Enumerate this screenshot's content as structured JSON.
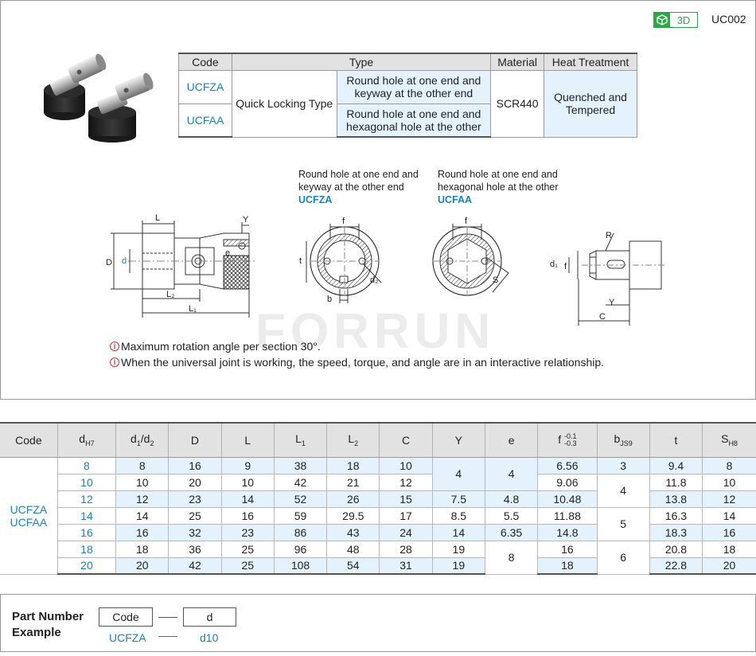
{
  "header": {
    "badge_3d": "3D",
    "page_code": "UC002",
    "badge_color": "#2aa845"
  },
  "type_table": {
    "headers": [
      "Code",
      "Type",
      "Material",
      "Heat Treatment"
    ],
    "codes": [
      "UCFZA",
      "UCFAA"
    ],
    "type_name": "Quick Locking Type",
    "types": [
      "Round hole at one end and keyway at the other end",
      "Round hole at one end and hexagonal hole at the other"
    ],
    "material": "SCR440",
    "heat_treatment": "Quenched and Tempered"
  },
  "captions": [
    {
      "line1": "Round hole at one end and",
      "line2": "keyway at the other end",
      "code": "UCFZA"
    },
    {
      "line1": "Round hole at one end and",
      "line2": "hexagonal hole at the other",
      "code": "UCFAA"
    }
  ],
  "dimension_labels": {
    "L": "L",
    "Y": "Y",
    "D": "D",
    "d": "d",
    "e": "e",
    "L2": "L₂",
    "L1": "L₁",
    "f": "f",
    "t": "t",
    "b": "b",
    "d2": "d₂",
    "S": "S",
    "R": "R",
    "d1": "d₁",
    "C": "C"
  },
  "watermark": "FORRUN",
  "notes": [
    "Maximum rotation angle per section 30°.",
    "When the universal joint is working, the speed, torque, and angle are in an interactive relationship."
  ],
  "spec_table": {
    "headers": [
      "Code",
      "dH7",
      "d1/d2",
      "D",
      "L",
      "L1",
      "L2",
      "C",
      "Y",
      "e",
      "f -0.1 -0.3",
      "bJS9",
      "t",
      "SH8"
    ],
    "code_group": [
      "UCFZA",
      "UCFAA"
    ],
    "rows": [
      {
        "d": "8",
        "d1d2": "8",
        "D": "16",
        "L": "9",
        "L1": "38",
        "L2": "18",
        "C": "10",
        "f": "6.56",
        "t": "9.4",
        "S": "8"
      },
      {
        "d": "10",
        "d1d2": "10",
        "D": "20",
        "L": "10",
        "L1": "42",
        "L2": "21",
        "C": "12",
        "f": "9.06",
        "t": "11.8",
        "S": "10"
      },
      {
        "d": "12",
        "d1d2": "12",
        "D": "23",
        "L": "14",
        "L1": "52",
        "L2": "26",
        "C": "15",
        "f": "10.48",
        "t": "13.8",
        "S": "12"
      },
      {
        "d": "14",
        "d1d2": "14",
        "D": "25",
        "L": "16",
        "L1": "59",
        "L2": "29.5",
        "C": "17",
        "f": "11.88",
        "t": "16.3",
        "S": "14"
      },
      {
        "d": "16",
        "d1d2": "16",
        "D": "32",
        "L": "23",
        "L1": "86",
        "L2": "43",
        "C": "24",
        "f": "14.8",
        "t": "18.3",
        "S": "16"
      },
      {
        "d": "18",
        "d1d2": "18",
        "D": "36",
        "L": "25",
        "L1": "96",
        "L2": "48",
        "C": "28",
        "f": "16",
        "t": "20.8",
        "S": "18"
      },
      {
        "d": "20",
        "d1d2": "20",
        "D": "42",
        "L": "25",
        "L1": "108",
        "L2": "54",
        "C": "31",
        "f": "18",
        "t": "22.8",
        "S": "20"
      }
    ],
    "Y": [
      "4",
      "7.5",
      "8.5",
      "14",
      "19",
      "19"
    ],
    "e": [
      "4",
      "4.8",
      "5.5",
      "6.35",
      "8"
    ],
    "b": [
      "3",
      "4",
      "5",
      "6"
    ]
  },
  "part_number": {
    "title_line1": "Part Number",
    "title_line2": "Example",
    "box1": "Code",
    "box2": "d",
    "example1": "UCFZA",
    "example2": "d10"
  }
}
